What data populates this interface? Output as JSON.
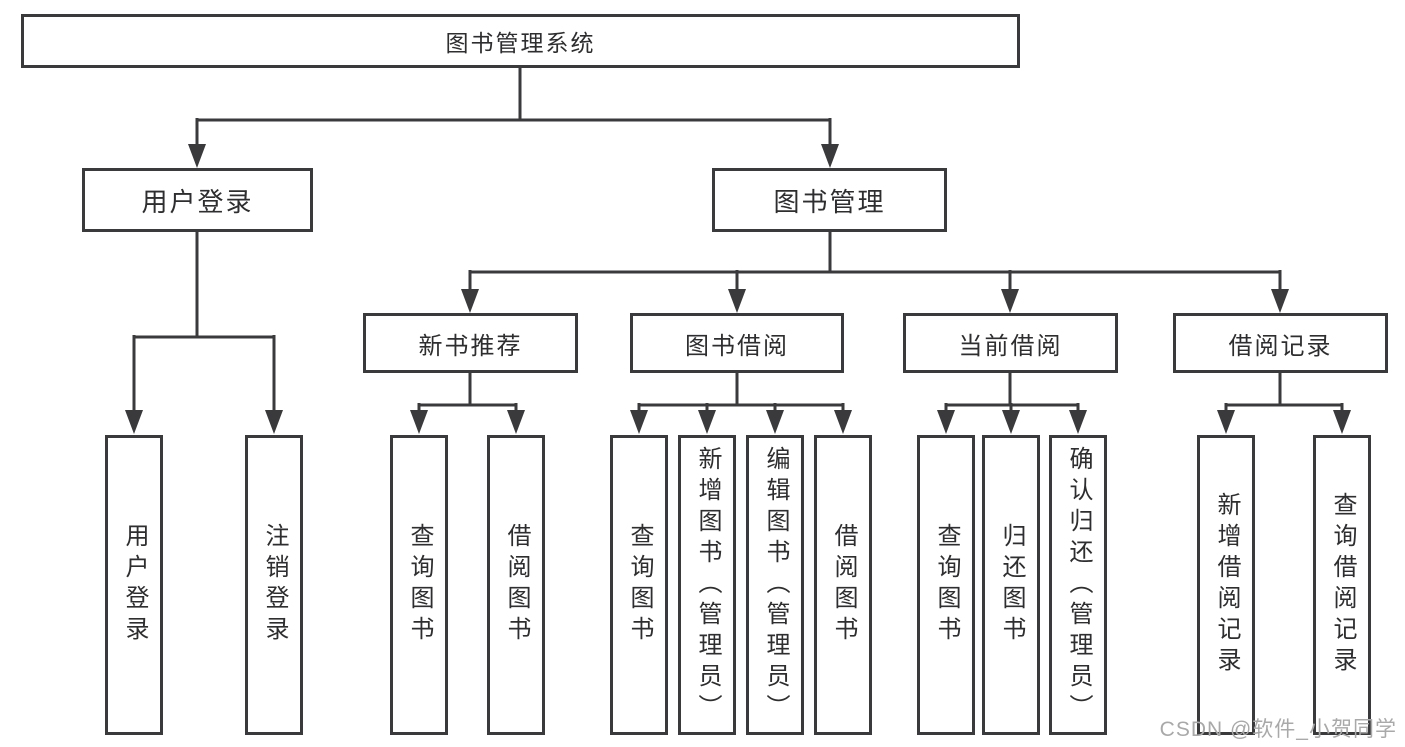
{
  "colors": {
    "line": "#3a3a3c",
    "text": "#2e2e30",
    "box_background": "#ffffff",
    "page_background": "#ffffff",
    "watermark_text": "#a9a9a9"
  },
  "watermark": {
    "text": "CSDN @软件_小贺同学"
  },
  "tree": {
    "root": "图书管理系统",
    "branches": [
      {
        "label": "用户登录",
        "leaves": [
          "用户登录",
          "注销登录"
        ]
      },
      {
        "label": "图书管理",
        "sections": [
          {
            "label": "新书推荐",
            "leaves": [
              "查询图书",
              "借阅图书"
            ]
          },
          {
            "label": "图书借阅",
            "leaves": [
              "查询图书",
              "新增图书（管理员）",
              "编辑图书（管理员）",
              "借阅图书"
            ]
          },
          {
            "label": "当前借阅",
            "leaves": [
              "查询图书",
              "归还图书",
              "确认归还（管理员）"
            ]
          },
          {
            "label": "借阅记录",
            "leaves": [
              "新增借阅记录",
              "查询借阅记录"
            ]
          }
        ]
      }
    ]
  }
}
